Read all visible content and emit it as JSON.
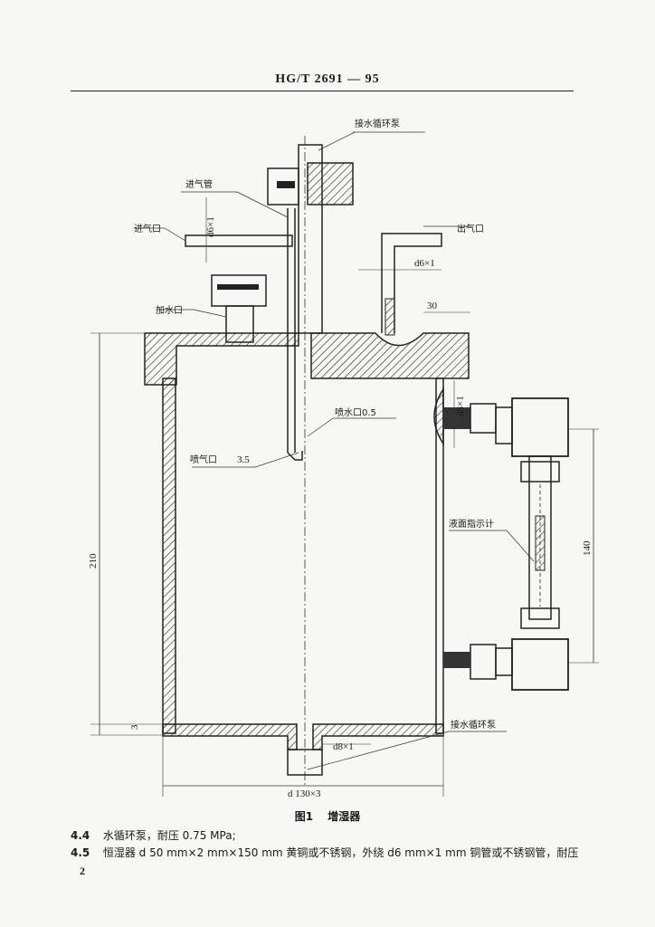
{
  "header": {
    "code": "HG/T 2691 — 95"
  },
  "figure": {
    "labels": {
      "pump_top": "接水循环泵",
      "inlet_pipe": "进气管",
      "inlet_port": "进气口",
      "outlet_port": "出气口",
      "fill_port": "加水口",
      "spray_water": "喷水口0.5",
      "spray_gas": "喷气口",
      "level_gauge": "液面指示计",
      "pump_bottom": "接水循环泵"
    },
    "dims": {
      "d6x1_v": "d6×1",
      "d6x1_h": "d6×1",
      "d30": "30",
      "d8x1_v": "d8×1",
      "gas_35": "3.5",
      "h210": "210",
      "h140": "140",
      "h3": "3",
      "d8x1_b": "d8×1",
      "width": "d 130×3"
    },
    "caption_num": "图1",
    "caption_title": "增湿器"
  },
  "clauses": [
    {
      "num": "4.4",
      "text": "水循环泵，耐压 0.75 MPa;"
    },
    {
      "num": "4.5",
      "text": "恒湿器 d 50 mm×2 mm×150 mm 黄铜或不锈钢，外绕 d6 mm×1 mm 铜管或不锈钢管，耐压"
    }
  ],
  "page_number": "2"
}
